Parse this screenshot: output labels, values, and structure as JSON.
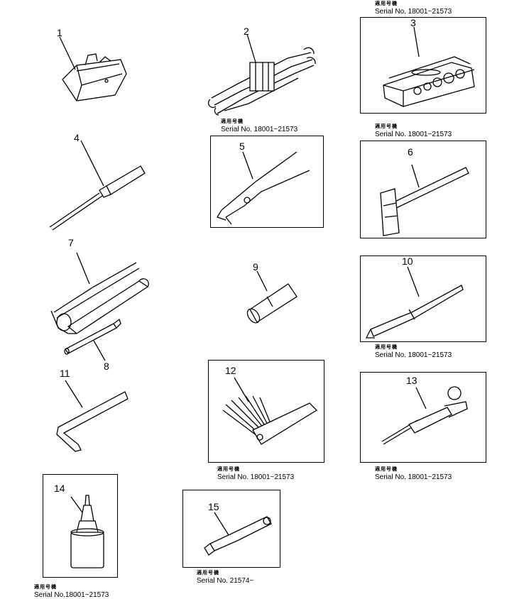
{
  "items": [
    {
      "num": "1"
    },
    {
      "num": "2"
    },
    {
      "num": "3"
    },
    {
      "num": "4"
    },
    {
      "num": "5"
    },
    {
      "num": "6"
    },
    {
      "num": "7"
    },
    {
      "num": "8"
    },
    {
      "num": "9"
    },
    {
      "num": "10"
    },
    {
      "num": "11"
    },
    {
      "num": "12"
    },
    {
      "num": "13"
    },
    {
      "num": "14"
    },
    {
      "num": "15"
    }
  ],
  "serials": {
    "jp_label": "適用号機",
    "s3": "Serial No. 18001~21573",
    "s2": "Serial No. 18001~21573",
    "s6": "Serial No. 18001~21573",
    "s10": "Serial No. 18001~21573",
    "s12": "Serial No. 18001~21573",
    "s13": "Serial No. 18001~21573",
    "s14": "Serial No.18001~21573",
    "s15": "Serial No. 21574~"
  }
}
